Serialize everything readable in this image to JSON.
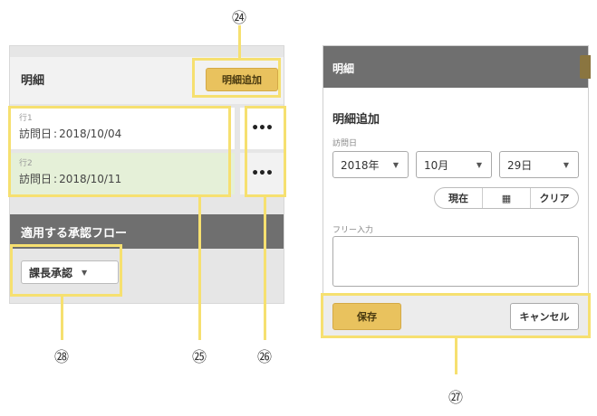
{
  "callouts": {
    "c24": "㉔",
    "c25": "㉕",
    "c26": "㉖",
    "c27": "㉗",
    "c28": "㉘"
  },
  "left_panel": {
    "title": "明細",
    "add_button": "明細追加",
    "rows": [
      {
        "no": "行1",
        "label": "訪問日",
        "separator": ":",
        "date": "2018/10/04"
      },
      {
        "no": "行2",
        "label": "訪問日",
        "separator": ":",
        "date": "2018/10/11"
      }
    ],
    "more_icon": "ellipsis-icon",
    "more_glyph": "•••",
    "flow_title": "適用する承認フロー",
    "approver_select": {
      "value": "課長承認",
      "caret": "▼"
    }
  },
  "right_panel": {
    "header_title": "明細",
    "form_title": "明細追加",
    "visit_label": "訪問日",
    "year": {
      "value": "2018年",
      "caret": "▼"
    },
    "month": {
      "value": "10月",
      "caret": "▼"
    },
    "day": {
      "value": "29日",
      "caret": "▼"
    },
    "now_button": "現在",
    "calendar_icon": "calendar-icon",
    "calendar_glyph": "▦",
    "clear_button": "クリア",
    "free_input_label": "フリー入力",
    "save_button": "保存",
    "cancel_button": "キャンセル"
  },
  "colors": {
    "accent_gold": "#e9c25e",
    "header_gray": "#6f6f6f",
    "row_highlight": "#e5f0d8",
    "callout_yellow": "#f6e070"
  }
}
